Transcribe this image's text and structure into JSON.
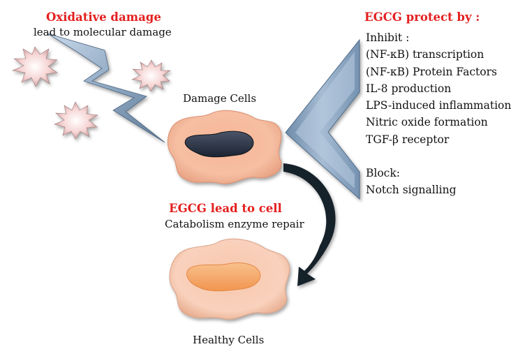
{
  "oxidative": {
    "title": "Oxidative damage",
    "subtitle": "lead to molecular damage"
  },
  "damage_cells_label": "Damage Cells",
  "healthy_cells_label": "Healthy Cells",
  "egcg_cell": {
    "title": "EGCG lead to cell",
    "subtitle": "Catabolism enzyme repair"
  },
  "egcg_protect": {
    "title": "EGCG protect by :",
    "inhibit_header": "Inhibit :",
    "inhibit_items": [
      "(NF-κB) transcription",
      "(NF-κB) Protein Factors",
      "IL-8 production",
      "LPS-induced inflammation",
      "Nitric oxide formation",
      "TGF-β receptor"
    ],
    "block_header": "Block:",
    "block_items": [
      "Notch signalling"
    ]
  },
  "colors": {
    "red_text": "#e41f1f",
    "cell_fill": "#f6b89a",
    "nucleus_damaged": "#2b3448",
    "nucleus_healthy": "#f5a66b",
    "chevron": "#8fa9c4",
    "arrow": "#16202c",
    "starburst": "#f0c6c6"
  }
}
